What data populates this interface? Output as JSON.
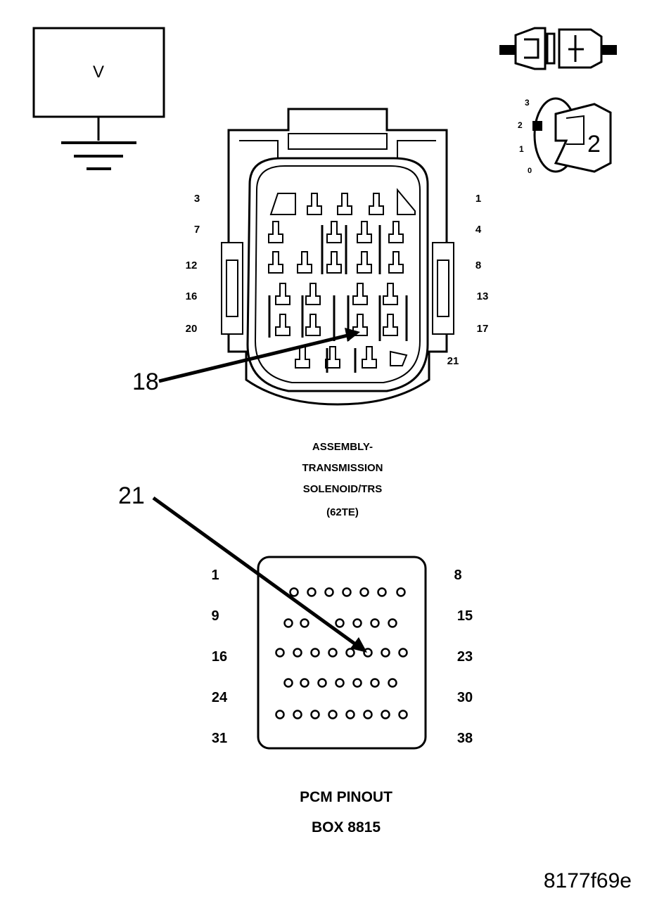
{
  "meter": {
    "label": "V"
  },
  "ignition": {
    "positions": [
      "3",
      "2",
      "1",
      "0"
    ],
    "selected": "2"
  },
  "connector": {
    "left_pins": [
      "3",
      "7",
      "12",
      "16",
      "20"
    ],
    "right_pins": [
      "1",
      "4",
      "8",
      "13",
      "17",
      "21"
    ],
    "callout": "18",
    "caption": [
      "ASSEMBLY-",
      "TRANSMISSION",
      "SOLENOID/TRS",
      "(62TE)"
    ]
  },
  "pcm": {
    "left_pins": [
      "1",
      "9",
      "16",
      "24",
      "31"
    ],
    "right_pins": [
      "8",
      "15",
      "23",
      "30",
      "38"
    ],
    "callout": "21",
    "caption": [
      "PCM PINOUT",
      "BOX 8815"
    ]
  },
  "figure_id": "8177f69e"
}
